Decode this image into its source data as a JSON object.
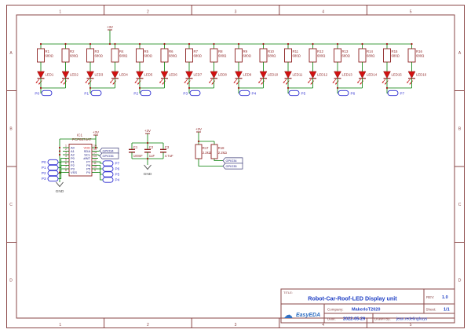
{
  "sheet": {
    "columns": [
      "1",
      "2",
      "3",
      "4",
      "5"
    ],
    "rows": [
      "A",
      "B",
      "C",
      "D"
    ]
  },
  "power": {
    "vcc": "+3V",
    "gnd": "GND"
  },
  "led_array": {
    "resistors": [
      {
        "ref": "R1",
        "value": "680Ω"
      },
      {
        "ref": "R2",
        "value": "680Ω"
      },
      {
        "ref": "R3",
        "value": "680Ω"
      },
      {
        "ref": "R4",
        "value": "680Ω"
      },
      {
        "ref": "R5",
        "value": "680Ω"
      },
      {
        "ref": "R6",
        "value": "680Ω"
      },
      {
        "ref": "R7",
        "value": "680Ω"
      },
      {
        "ref": "R8",
        "value": "680Ω"
      },
      {
        "ref": "R9",
        "value": "680Ω"
      },
      {
        "ref": "R10",
        "value": "680Ω"
      },
      {
        "ref": "R11",
        "value": "680Ω"
      },
      {
        "ref": "R12",
        "value": "680Ω"
      },
      {
        "ref": "R13",
        "value": "680Ω"
      },
      {
        "ref": "R14",
        "value": "680Ω"
      },
      {
        "ref": "R15",
        "value": "680Ω"
      },
      {
        "ref": "R16",
        "value": "680Ω"
      }
    ],
    "leds": [
      "LED1",
      "LED2",
      "LED3",
      "LED4",
      "LED5",
      "LED6",
      "LED7",
      "LED8",
      "LED9",
      "LED10",
      "LED11",
      "LED12",
      "LED13",
      "LED14",
      "LED15",
      "LED16"
    ],
    "headers": [
      "P0",
      "P1",
      "P2",
      "P3",
      "P4",
      "P5",
      "P6",
      "P7"
    ]
  },
  "ic": {
    "ref": "IC1",
    "part": "PCF8574AT",
    "left_pins": [
      {
        "n": "1",
        "name": "A0"
      },
      {
        "n": "2",
        "name": "A1"
      },
      {
        "n": "3",
        "name": "A2"
      },
      {
        "n": "4",
        "name": "P0"
      },
      {
        "n": "5",
        "name": "P1"
      },
      {
        "n": "6",
        "name": "P2"
      },
      {
        "n": "7",
        "name": "P3"
      },
      {
        "n": "8",
        "name": "VSS"
      }
    ],
    "right_pins": [
      {
        "n": "16",
        "name": "VDD"
      },
      {
        "n": "15",
        "name": "SDA"
      },
      {
        "n": "14",
        "name": "SCL"
      },
      {
        "n": "13",
        "name": "#INT"
      },
      {
        "n": "12",
        "name": "P7"
      },
      {
        "n": "11",
        "name": "P6"
      },
      {
        "n": "10",
        "name": "P5"
      },
      {
        "n": "9",
        "name": "P4"
      }
    ],
    "left_headers": [
      "P0",
      "P1",
      "P2",
      "P3"
    ],
    "right_headers": [
      "P7",
      "P6",
      "P5",
      "P4"
    ],
    "net_flags": [
      "GPIO34",
      "GPIO35"
    ]
  },
  "decoupling": {
    "caps": [
      {
        "ref": "C1",
        "value": "100nF"
      },
      {
        "ref": "C2",
        "value": "1uF"
      },
      {
        "ref": "C3",
        "value": "4.7uF"
      }
    ]
  },
  "pullups": {
    "resistors": [
      {
        "ref": "R17",
        "value": "2.2kΩ"
      },
      {
        "ref": "R18",
        "value": "2.2kΩ"
      }
    ],
    "net_flags": [
      "GPIO34",
      "GPIO35"
    ]
  },
  "title_block": {
    "title_label": "TITLE:",
    "title": "Robot-Car-Roof-LED Display unit",
    "rev_label": "REV:",
    "rev": "1.0",
    "company_label": "Company:",
    "company": "MakerIoT2020",
    "sheet_label": "Sheet:",
    "sheet": "1/1",
    "date_label": "Date:",
    "date": "2022-05-29",
    "drawn_label": "Drawn By:",
    "drawn_by": "jean.redelinghuys",
    "logo_cloud": "☁",
    "logo_text": "EasyEDA"
  }
}
